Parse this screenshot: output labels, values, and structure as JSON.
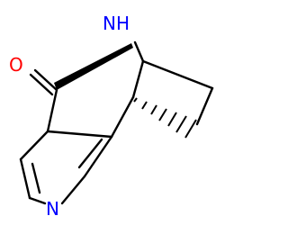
{
  "molecule": {
    "atoms": {
      "nh": {
        "label": "NH",
        "color": "#0000ff"
      },
      "o": {
        "label": "O",
        "color": "#ff0000"
      },
      "n": {
        "label": "N",
        "color": "#0000ff"
      }
    },
    "bond_color": "#000000",
    "background": "#ffffff"
  }
}
